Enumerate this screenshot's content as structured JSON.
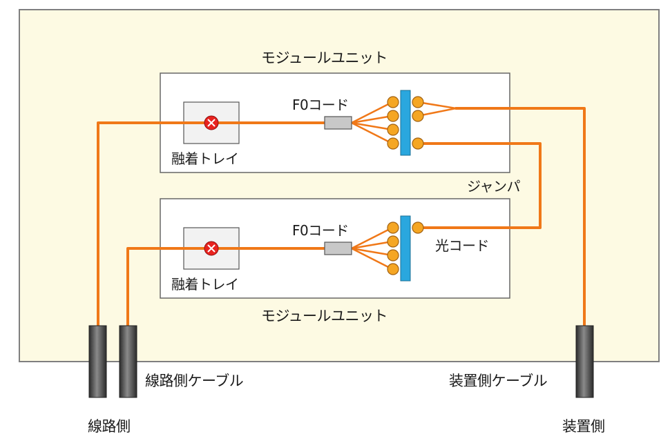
{
  "labels": {
    "module_unit_top": "モジュールユニット",
    "module_unit_bottom": "モジュールユニット",
    "fusion_tray_top": "融着トレイ",
    "fusion_tray_bottom": "融着トレイ",
    "fo_cord_top": "F0コード",
    "fo_cord_bottom": "F0コード",
    "jumper": "ジャンパ",
    "optical_cord": "光コード",
    "line_side_cable": "線路側ケーブル",
    "equipment_side_cable": "装置側ケーブル",
    "line_side": "線路側",
    "equipment_side": "装置側"
  },
  "colors": {
    "enclosure_fill": "#fdfae3",
    "enclosure_stroke": "#7f7f7f",
    "fiber": "#f07818",
    "connector": "#f5a623",
    "adapter": "#2aa7de",
    "splice_point": "#e8231f",
    "cable": "#555555",
    "fo_plug": "#c8c8c8"
  }
}
